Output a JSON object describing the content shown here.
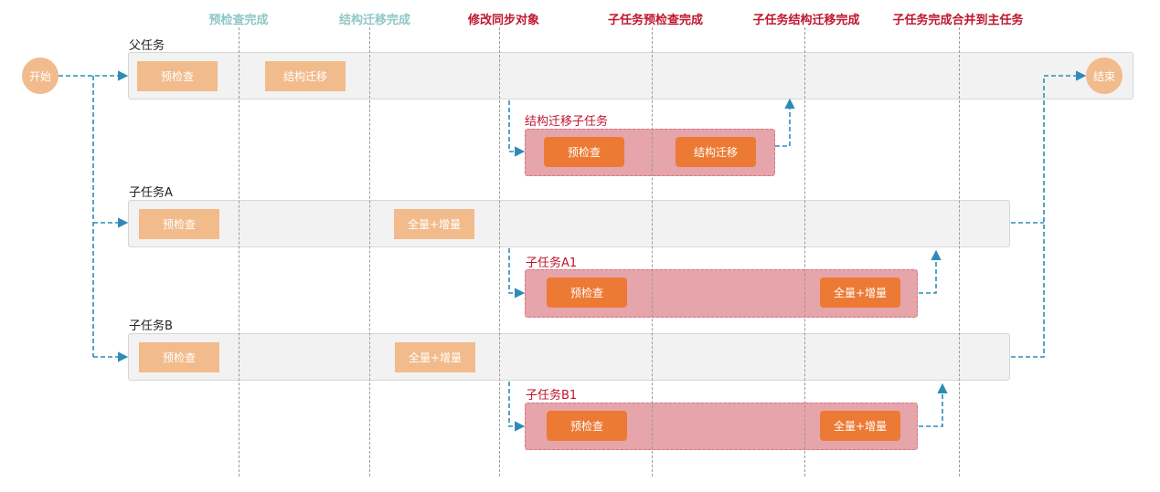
{
  "milestones": [
    {
      "label": "预检查完成",
      "color": "#8fc7c7"
    },
    {
      "label": "结构迁移完成",
      "color": "#8fc7c7"
    },
    {
      "label": "修改同步对象",
      "color": "#c0152d"
    },
    {
      "label": "子任务预检查完成",
      "color": "#c0152d"
    },
    {
      "label": "子任务结构迁移完成",
      "color": "#c0152d"
    },
    {
      "label": "子任务完成合并到主任务",
      "color": "#c0152d"
    }
  ],
  "start": {
    "label": "开始"
  },
  "end": {
    "label": "结束"
  },
  "parent": {
    "label": "父任务",
    "steps": [
      "预检查",
      "结构迁移"
    ],
    "sub": {
      "label": "结构迁移子任务",
      "steps": [
        "预检查",
        "结构迁移"
      ]
    }
  },
  "taskA": {
    "label": "子任务A",
    "steps": [
      "预检查",
      "全量+增量"
    ],
    "sub": {
      "label": "子任务A1",
      "steps": [
        "预检查",
        "全量+增量"
      ]
    }
  },
  "taskB": {
    "label": "子任务B",
    "steps": [
      "预检查",
      "全量+增量"
    ],
    "sub": {
      "label": "子任务B1",
      "steps": [
        "预检查",
        "全量+增量"
      ]
    }
  },
  "colors": {
    "connector": "#2e8bb8",
    "lane_bg": "#f2f2f2",
    "step_light": "#f2bb8c",
    "step_strong": "#ec7a35",
    "sub_bg": "#e6a4ab",
    "sub_label": "#c0152d"
  }
}
